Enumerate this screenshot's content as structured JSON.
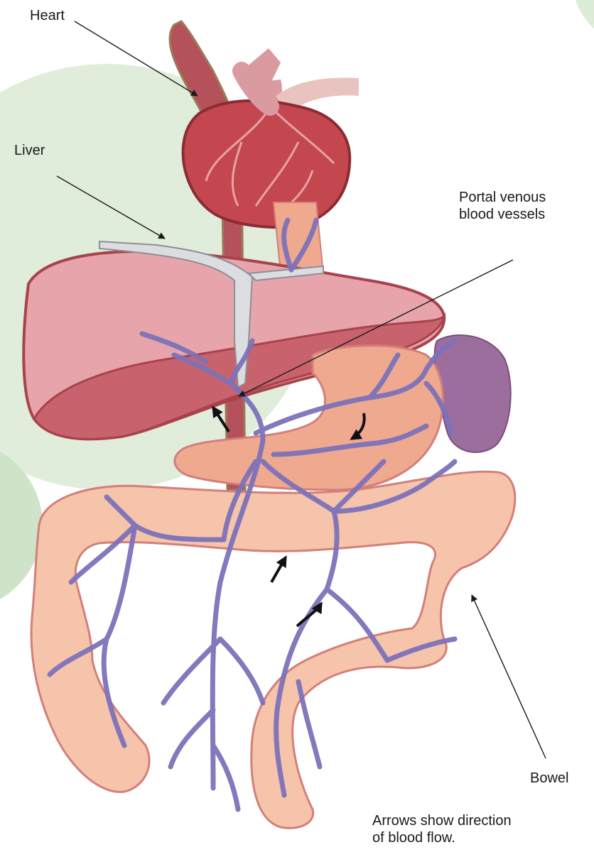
{
  "labels": {
    "heart": "Heart",
    "liver": "Liver",
    "portal_line1": "Portal venous",
    "portal_line2": "blood vessels",
    "bowel": "Bowel",
    "note_line1": "Arrows show direction",
    "note_line2": "of blood flow."
  },
  "colors": {
    "background_circle": "#d9ead3",
    "heart": "#c4474f",
    "aorta": "#b4515a",
    "liver": "#e8a4ab",
    "liver_outline": "#a8434c",
    "stomach": "#eea98f",
    "bowel": "#f5c4aa",
    "bowel_outline": "#d47f7b",
    "spleen": "#9b6e9d",
    "veins": "#7d72b9",
    "ligament": "#dcdde0"
  }
}
